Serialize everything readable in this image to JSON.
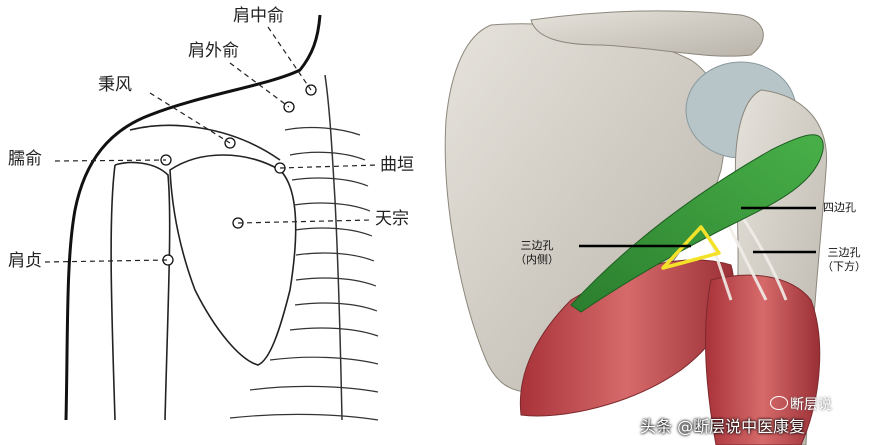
{
  "left_diagram": {
    "labels": {
      "jianzhongshu": "肩中俞",
      "jianwaishu": "肩外俞",
      "bingfeng": "秉风",
      "naoshu": "臑俞",
      "quyuan": "曲垣",
      "tianzong": "天宗",
      "jianzhen": "肩贞"
    }
  },
  "right_diagram": {
    "labels": {
      "quadrangular": "四边孔",
      "triangular_top": "三边孔",
      "triangular_bottom": "（内侧）",
      "lower_top": "三边孔",
      "lower_bottom": "（下方）"
    },
    "colors": {
      "muscle_green": "#3a9a3a",
      "muscle_red": "#c94a4a",
      "triangle_outline": "#f4e22a",
      "bone": "#d9d6cf"
    }
  },
  "watermark": {
    "main": "头条 @断层说中医康复",
    "secondary": "断层说"
  }
}
